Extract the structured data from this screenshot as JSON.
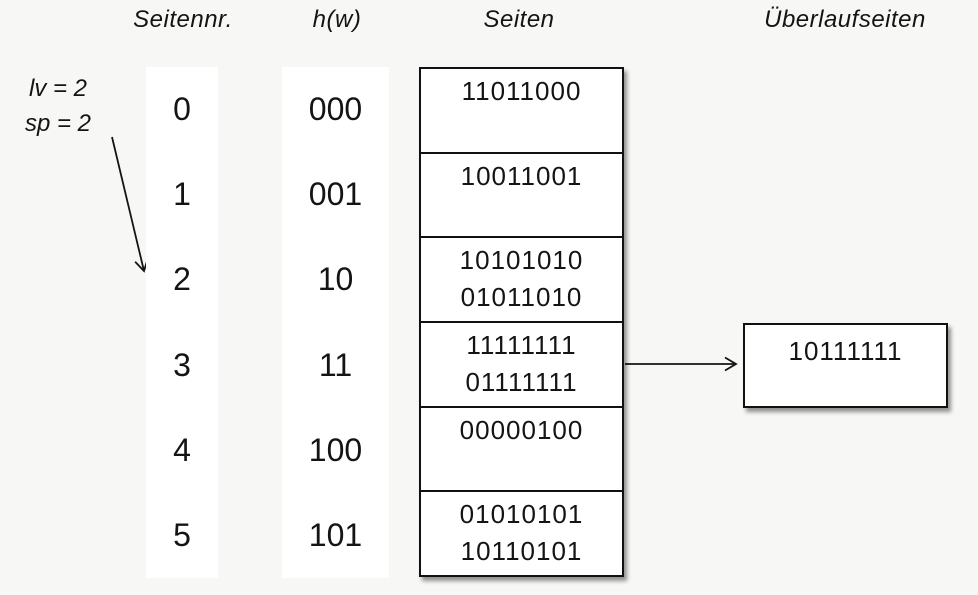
{
  "headers": {
    "page_number": "Seitennr.",
    "hash_function": "h(w)",
    "pages": "Seiten",
    "overflow_pages": "Überlaufseiten"
  },
  "annotation": {
    "lv": "lv = 2",
    "sp": "sp = 2"
  },
  "page_numbers": [
    "0",
    "1",
    "2",
    "3",
    "4",
    "5"
  ],
  "hash_values": [
    "000",
    "001",
    "10",
    "11",
    "100",
    "101"
  ],
  "buckets": [
    [
      "11011000",
      ""
    ],
    [
      "10011001",
      ""
    ],
    [
      "10101010",
      "01011010"
    ],
    [
      "11111111",
      "01111111"
    ],
    [
      "00000100",
      ""
    ],
    [
      "01010101",
      "10110101"
    ]
  ],
  "overflow": {
    "value": "10111111"
  },
  "colors": {
    "background": "#f7f7f5",
    "surface": "#ffffff",
    "ink": "#141414"
  }
}
